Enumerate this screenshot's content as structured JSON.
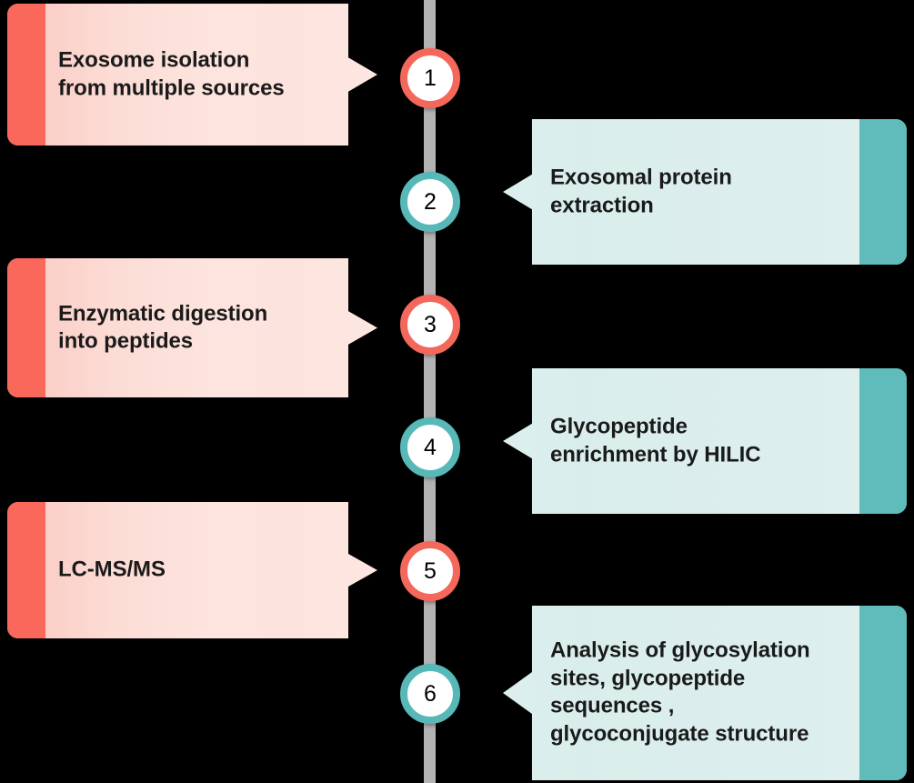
{
  "diagram": {
    "type": "vertical-timeline",
    "background_color": "#000000",
    "spine_color": "#b3b3b3",
    "colors": {
      "coral_accent": "#f9685a",
      "coral_ring": "#f4685b",
      "coral_fill_start": "#f9c7bf",
      "coral_fill_end": "#fde7e2",
      "teal_accent": "#5fbcbb",
      "teal_ring": "#58b8b8",
      "teal_fill_start": "#dcefee",
      "teal_fill_end": "#dff0ef",
      "node_fill": "#ffffff",
      "text_color": "#1a1a1a"
    },
    "steps": [
      {
        "number": "1",
        "side": "left",
        "theme": "coral",
        "label": "Exosome isolation\nfrom multiple sources"
      },
      {
        "number": "2",
        "side": "right",
        "theme": "teal",
        "label": "Exosomal protein\nextraction"
      },
      {
        "number": "3",
        "side": "left",
        "theme": "coral",
        "label": "Enzymatic digestion\ninto peptides"
      },
      {
        "number": "4",
        "side": "right",
        "theme": "teal",
        "label": "Glycopeptide\nenrichment by HILIC"
      },
      {
        "number": "5",
        "side": "left",
        "theme": "coral",
        "label": "LC-MS/MS"
      },
      {
        "number": "6",
        "side": "right",
        "theme": "teal",
        "label": "Analysis of glycosylation\nsites, glycopeptide\nsequences ,\nglycoconjugate structure"
      }
    ]
  }
}
